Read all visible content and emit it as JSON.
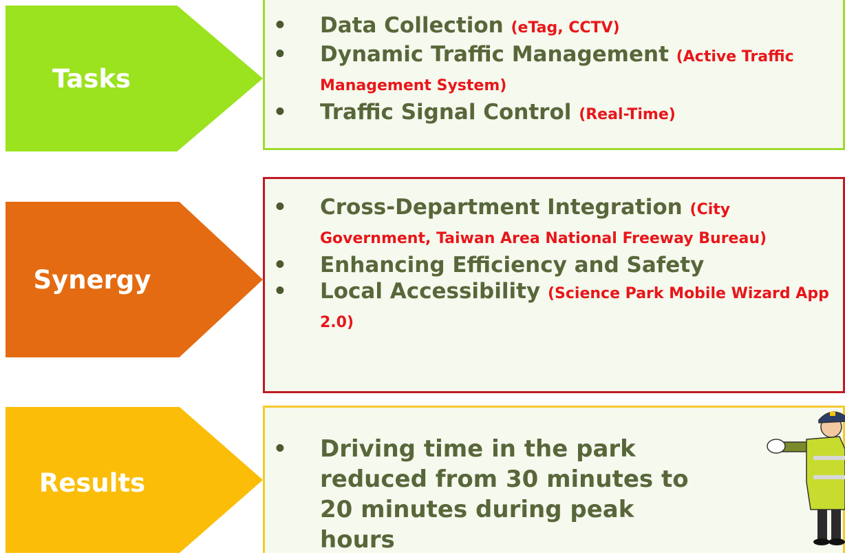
{
  "rows": [
    {
      "label": "Tasks",
      "color": "#9be21f",
      "items": [
        {
          "main": "Data Collection",
          "note": "(eTag, CCTV)"
        },
        {
          "main": "Dynamic Traffic Management",
          "note": "(Active Traffic Management System)"
        },
        {
          "main": "Traffic Signal Control",
          "note": "(Real-Time)"
        }
      ]
    },
    {
      "label": "Synergy",
      "color": "#e46b12",
      "items": [
        {
          "main": "Cross-Department Integration",
          "note": "(City Government, Taiwan Area National Freeway Bureau)"
        },
        {
          "main": "Enhancing Efficiency and Safety",
          "note": ""
        },
        {
          "main": "Local Accessibility",
          "note": "(Science Park Mobile Wizard App 2.0)"
        }
      ]
    },
    {
      "label": "Results",
      "color": "#fbbd08",
      "items": [
        {
          "main": "Driving time in the park reduced from 30 minutes to 20 minutes during peak hours",
          "note": ""
        }
      ]
    }
  ],
  "bullet": "•",
  "colors": {
    "body_text": "#58673a",
    "note_text": "#e8161a",
    "tasks_border": "#9edc2e",
    "synergy_border": "#bf1a23",
    "results_border": "#f6c92d"
  },
  "icons": [
    "traffic-officer-icon"
  ]
}
